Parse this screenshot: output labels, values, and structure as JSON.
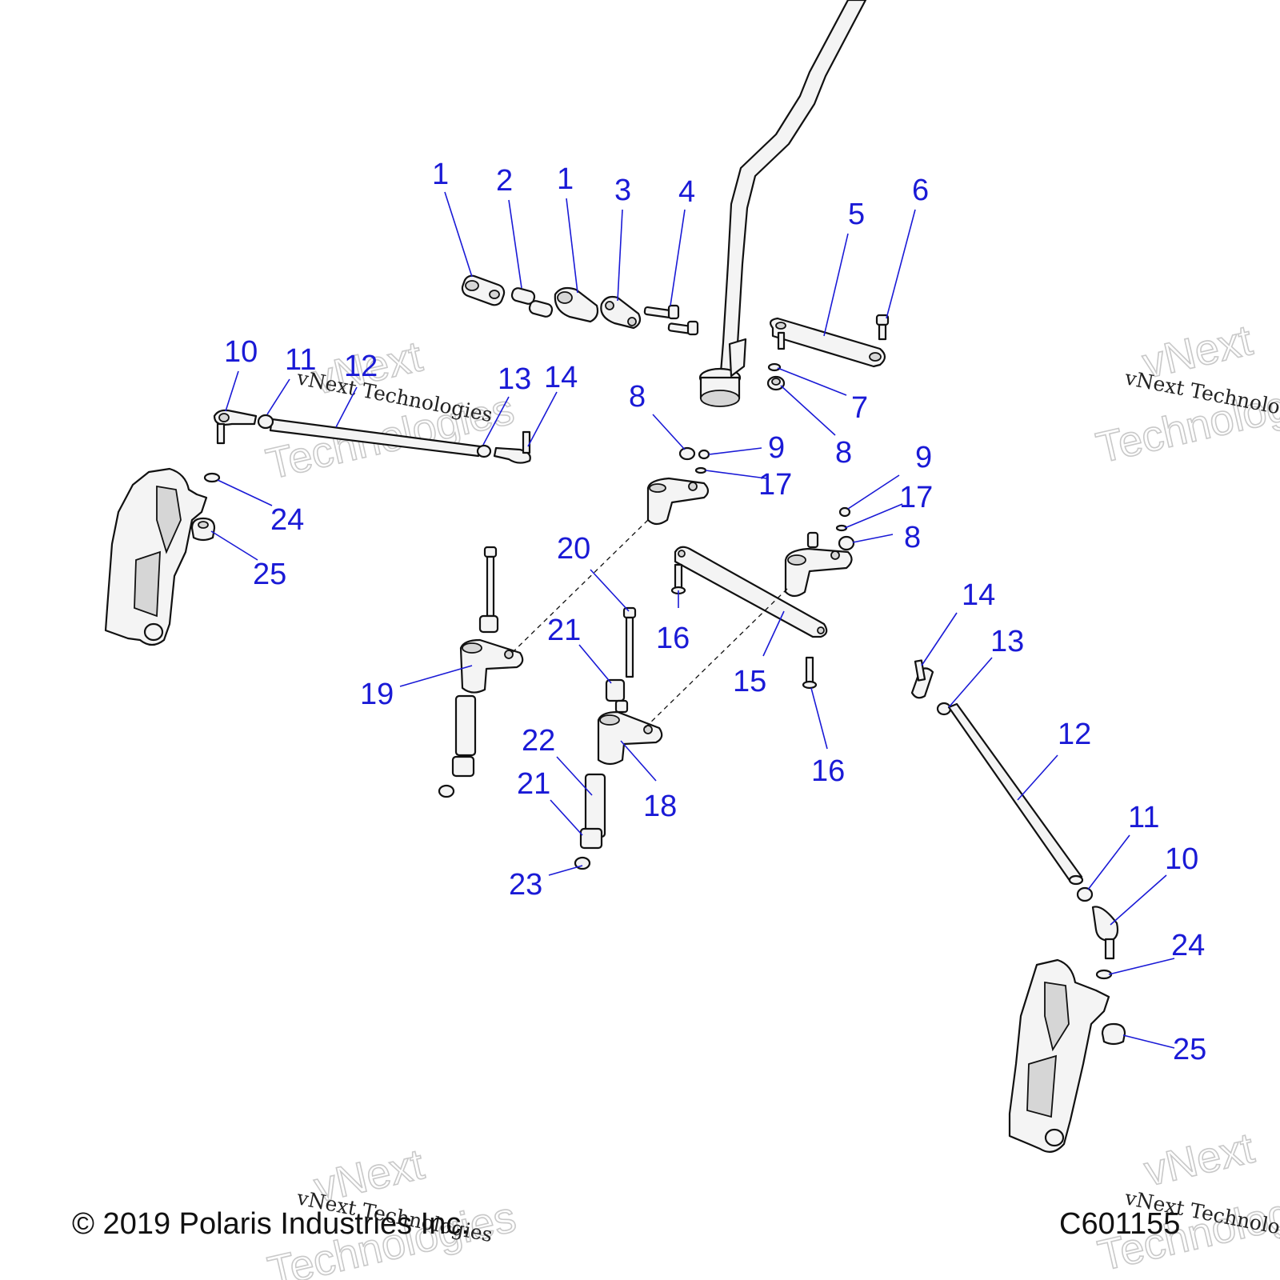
{
  "callouts": [
    {
      "label": "1"
    },
    {
      "label": "2"
    },
    {
      "label": "1"
    },
    {
      "label": "3"
    },
    {
      "label": "4"
    },
    {
      "label": "5"
    },
    {
      "label": "6"
    },
    {
      "label": "7"
    },
    {
      "label": "8"
    },
    {
      "label": "8"
    },
    {
      "label": "9"
    },
    {
      "label": "17"
    },
    {
      "label": "9"
    },
    {
      "label": "17"
    },
    {
      "label": "8"
    },
    {
      "label": "10"
    },
    {
      "label": "11"
    },
    {
      "label": "12"
    },
    {
      "label": "13"
    },
    {
      "label": "14"
    },
    {
      "label": "24"
    },
    {
      "label": "25"
    },
    {
      "label": "20"
    },
    {
      "label": "21"
    },
    {
      "label": "16"
    },
    {
      "label": "15"
    },
    {
      "label": "19"
    },
    {
      "label": "22"
    },
    {
      "label": "21"
    },
    {
      "label": "18"
    },
    {
      "label": "23"
    },
    {
      "label": "16"
    },
    {
      "label": "14"
    },
    {
      "label": "13"
    },
    {
      "label": "12"
    },
    {
      "label": "11"
    },
    {
      "label": "10"
    },
    {
      "label": "24"
    },
    {
      "label": "25"
    }
  ],
  "watermarks": [
    {
      "line1": "vNext",
      "line2": "Technologies",
      "small": "vNext Technologies"
    },
    {
      "line1": "vNext",
      "line2": "Technologies",
      "small": "vNext Technologies"
    },
    {
      "line1": "vNext",
      "line2": "Technologies",
      "small": "vNext Technologies"
    },
    {
      "line1": "vNext",
      "line2": "Technologies",
      "small": "vNext Technologies"
    }
  ],
  "footer": {
    "copyright": "© 2019 Polaris Industries Inc.",
    "code": "C601155"
  }
}
